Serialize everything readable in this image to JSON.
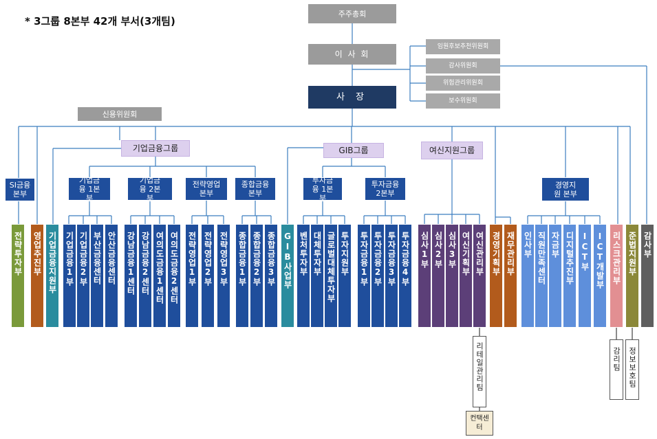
{
  "title": "* 3그룹 8본부 42개 부서(3개팀)",
  "colors": {
    "line": "#3b7dbf",
    "top_gray": "#9b9b9b",
    "president": "#1f3a63",
    "group": "#ddd0ee",
    "division": "#1f4e9c",
    "olive_green": "#7a9a3a",
    "brown": "#b25b1c",
    "teal": "#2a8c9e",
    "navy_dept": "#1f4e9c",
    "purple": "#5c3f78",
    "light_blue": "#5e8fdb",
    "pink": "#e28f92",
    "olive": "#8b8839",
    "dark_gray": "#5f5f5f"
  },
  "top": {
    "shareholders": "주주총회",
    "board": "이 사 회",
    "ceo": "사 장",
    "credit_committee": "신용위원회"
  },
  "committees": [
    "임원후보추천위원회",
    "감사위원회",
    "위험관리위원회",
    "보수위원회"
  ],
  "groups": {
    "corporate_finance": "기업금융그룹",
    "gib": "GIB그룹",
    "credit_support": "여신지원그룹"
  },
  "divisions": {
    "si": "SI금융 본부",
    "cf1": "기업금융 1본부",
    "cf2": "기업금융 2본부",
    "strategic": "전략영업 본부",
    "comprehensive": "종합금융 본부",
    "inv1": "투자금융 1본부",
    "inv2": "투자금융 2본부",
    "management": "경영지원 본부"
  },
  "departments": [
    "전략투자부",
    "영업추진부",
    "기업금융지원부",
    "기업금융1부",
    "기업금융2부",
    "부산금융센터",
    "안산금융센터",
    "강남금융1센터",
    "강남금융2센터",
    "여의도금융1센터",
    "여의도금융2센터",
    "전략영업1부",
    "전략영업2부",
    "전략영업3부",
    "종합금융1부",
    "종합금융2부",
    "종합금융3부",
    "GIB사업부",
    "벤처투자부",
    "대체투자부",
    "글로벌대체투자부",
    "투자지원부",
    "투자금융1부",
    "투자금융2부",
    "투자금융3부",
    "투자금융4부",
    "심사1부",
    "심사2부",
    "심사3부",
    "여신기획부",
    "여신관리부",
    "경영기획부",
    "재무관리부",
    "인사부",
    "직원만족센터",
    "자금부",
    "디지털추진부",
    "ICT부",
    "ICT개발부",
    "리스크관리부",
    "준법지원부",
    "감사부"
  ],
  "teams": [
    "리테일관리팀",
    "감리팀",
    "정보보호팀"
  ],
  "center": "컨택센터"
}
